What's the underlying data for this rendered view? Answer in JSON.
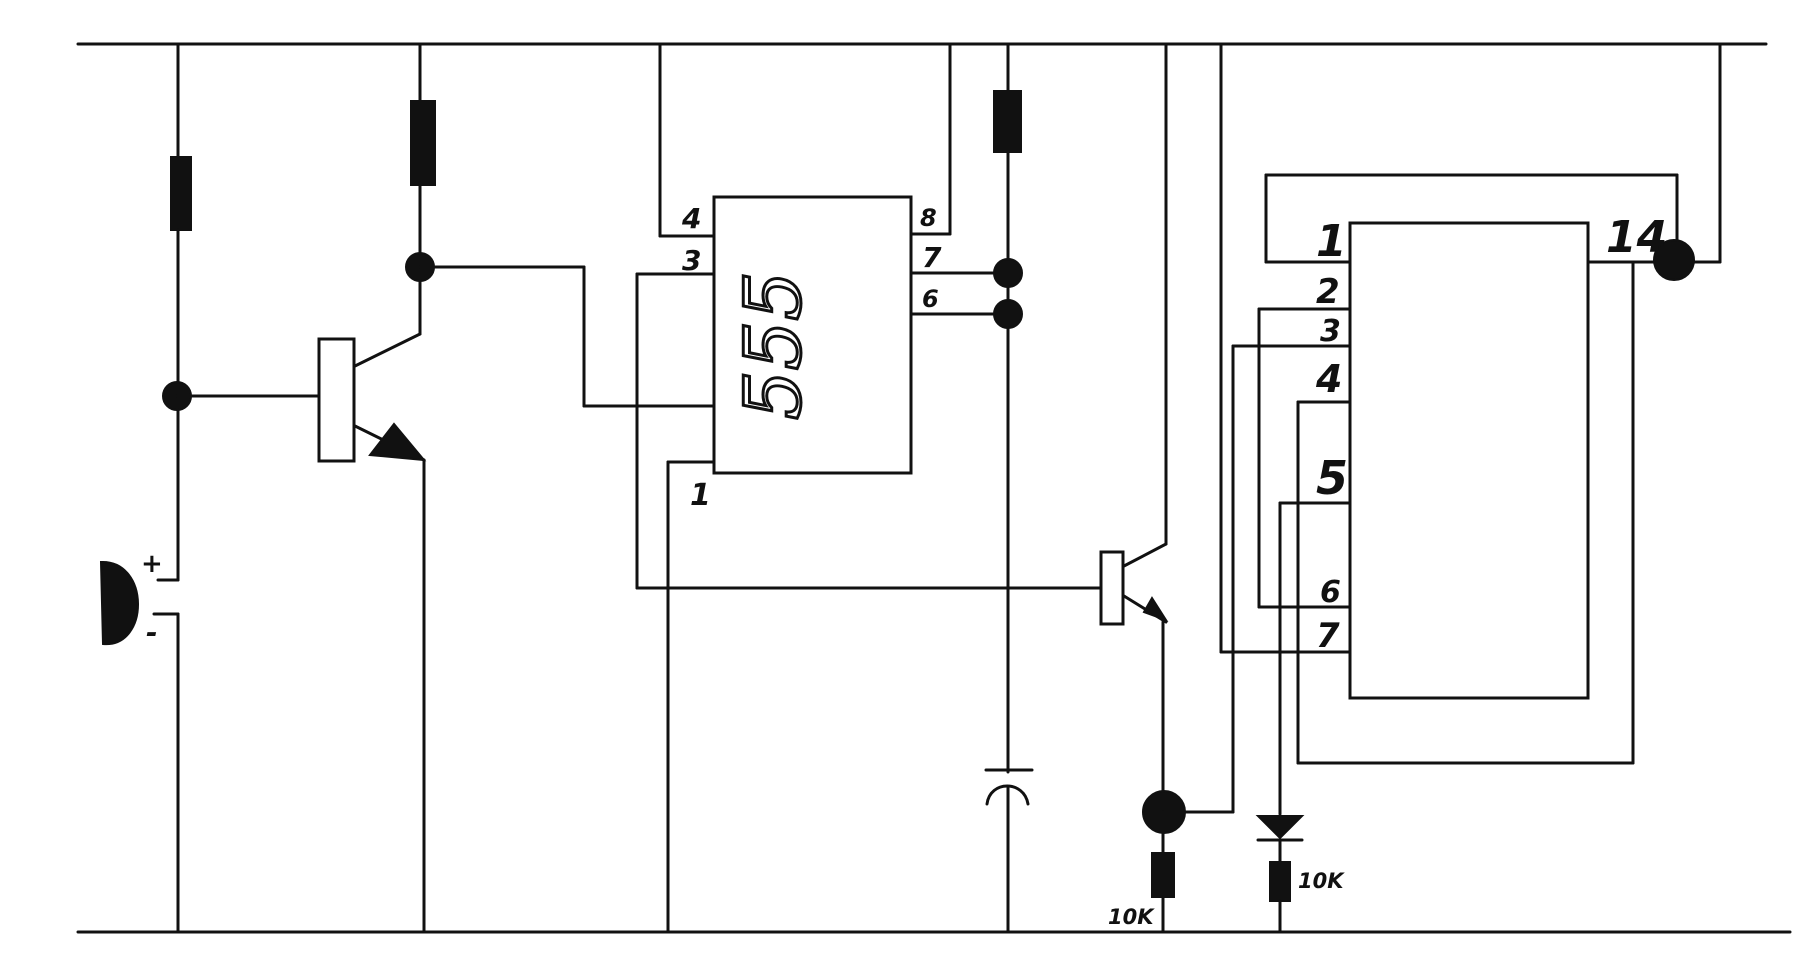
{
  "diagram": {
    "ic_555": {
      "label": "555",
      "pins": {
        "p4": "4",
        "p3": "3",
        "p8": "8",
        "p7": "7",
        "p6": "6",
        "p1": "1"
      }
    },
    "ic_right": {
      "pins": {
        "p1": "1",
        "p2": "2",
        "p3": "3",
        "p4": "4",
        "p5": "5",
        "p6": "6",
        "p7": "7",
        "p14": "14"
      }
    },
    "mic": {
      "plus": "+",
      "minus": "-"
    },
    "resistor_out": {
      "value": "10K"
    },
    "resistor_led": {
      "value": "10K"
    },
    "colors": {
      "ink": "#111111",
      "background": "#ffffff"
    }
  }
}
